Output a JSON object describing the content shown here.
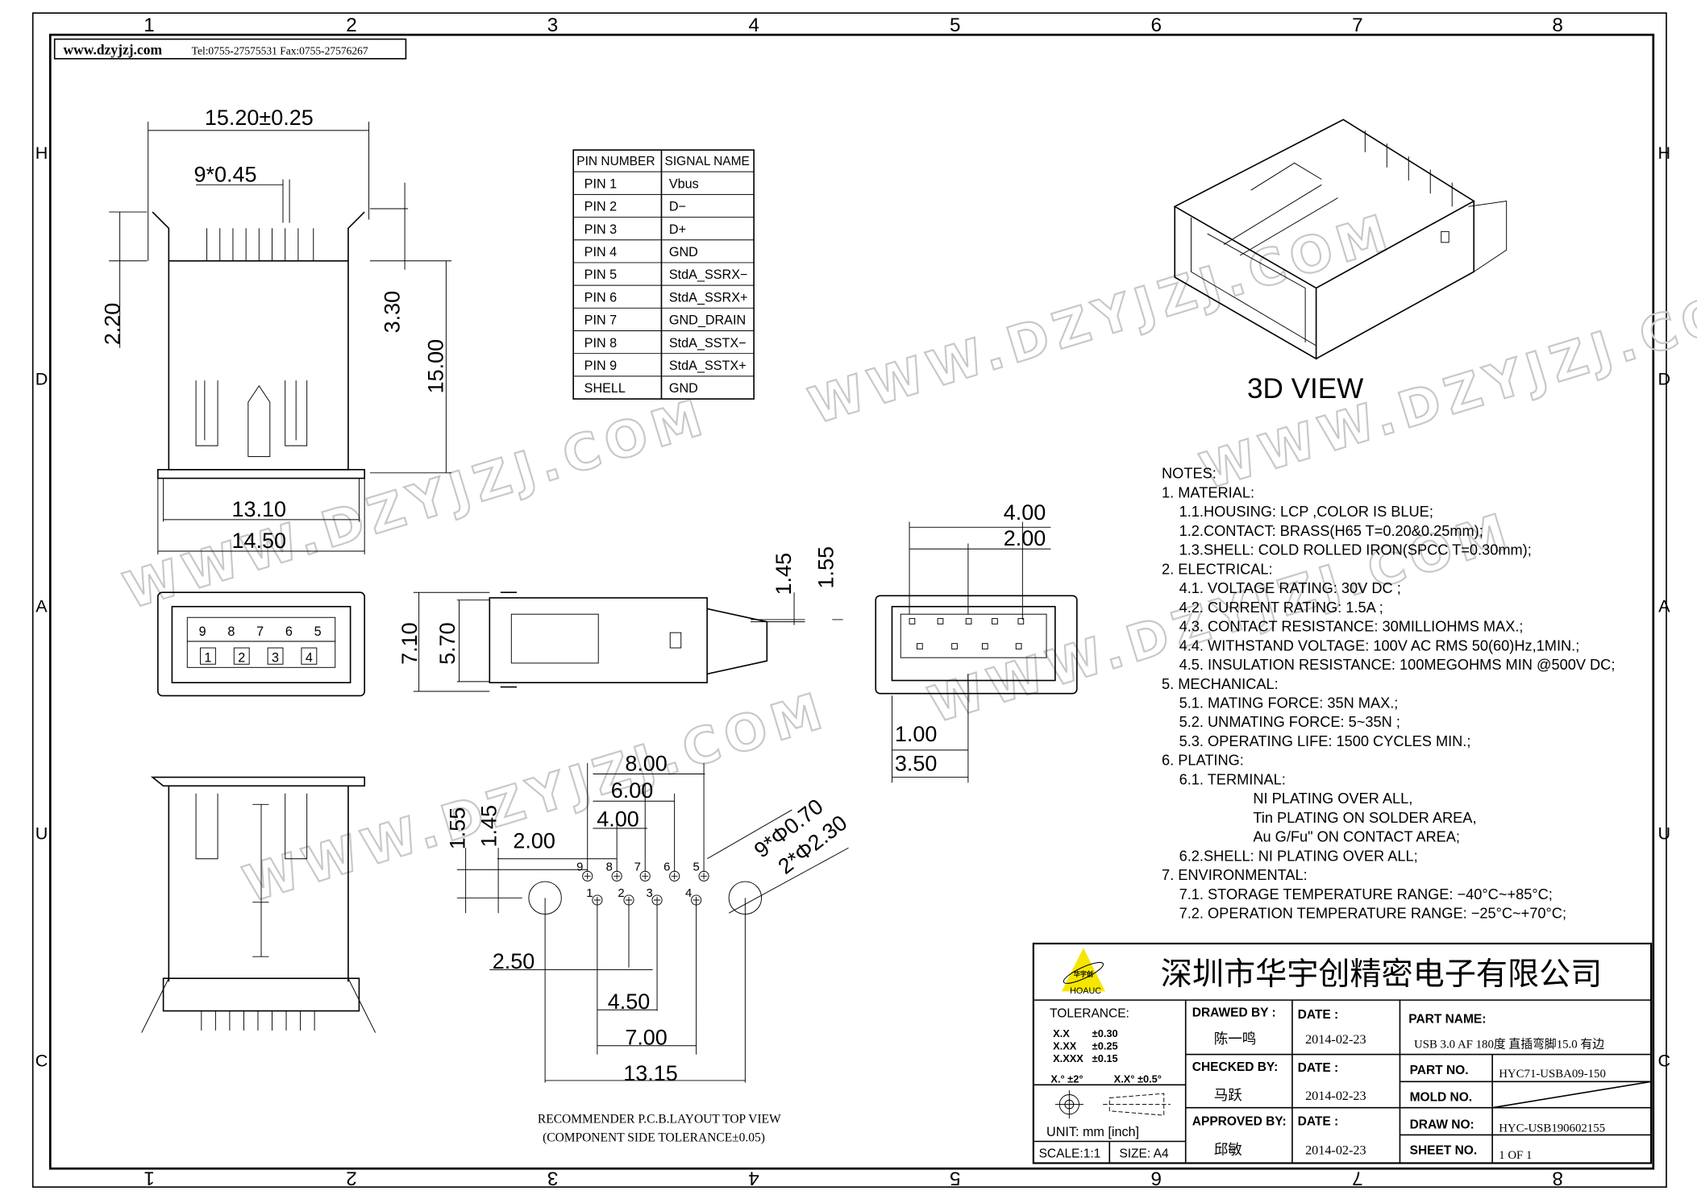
{
  "header": {
    "website": "www.dzyjzj.com",
    "contact": "Tel:0755-27575531  Fax:0755-27576267"
  },
  "zones": {
    "top": [
      "1",
      "2",
      "3",
      "4",
      "5",
      "6",
      "7",
      "8"
    ],
    "bottom": [
      "8",
      "7",
      "6",
      "5",
      "4",
      "3",
      "2",
      "1"
    ],
    "sides": [
      "H",
      "D",
      "A",
      "U",
      "C"
    ]
  },
  "watermark": "WWW.DZYJZJ.COM",
  "pin_table": {
    "headers": [
      "PIN  NUMBER",
      "SIGNAL  NAME"
    ],
    "rows": [
      [
        "PIN  1",
        "Vbus"
      ],
      [
        "PIN  2",
        "D−"
      ],
      [
        "PIN  3",
        "D+"
      ],
      [
        "PIN  4",
        "GND"
      ],
      [
        "PIN  5",
        "StdA_SSRX−"
      ],
      [
        "PIN  6",
        "StdA_SSRX+"
      ],
      [
        "PIN  7",
        "GND_DRAIN"
      ],
      [
        "PIN  8",
        "StdA_SSTX−"
      ],
      [
        "PIN  9",
        "StdA_SSTX+"
      ],
      [
        "SHELL",
        "GND"
      ]
    ]
  },
  "view_3d_label": "3D  VIEW",
  "dimensions": {
    "top_width": "15.20±0.25",
    "pin_pitch": "9*0.45",
    "d220": "2.20",
    "d330": "3.30",
    "d1500": "15.00",
    "d1310": "13.10",
    "d1450": "14.50",
    "d710": "7.10",
    "d570": "5.70",
    "side_145": "1.45",
    "side_155": "1.55",
    "r400": "4.00",
    "r200": "2.00",
    "r100": "1.00",
    "r350": "3.50"
  },
  "front_pins": {
    "top": [
      "9",
      "8",
      "7",
      "6",
      "5"
    ],
    "bottom": [
      "1",
      "2",
      "3",
      "4"
    ]
  },
  "pcb": {
    "dims": {
      "d800": "8.00",
      "d600": "6.00",
      "d400": "4.00",
      "d200": "2.00",
      "d155": "1.55",
      "d145": "1.45",
      "hole_small": "9*Φ0.70",
      "hole_large": "2*Φ2.30",
      "d250": "2.50",
      "d450": "4.50",
      "d700": "7.00",
      "d1315": "13.15"
    },
    "pins_top": [
      "9",
      "8",
      "7",
      "6",
      "5"
    ],
    "pins_bottom": [
      "1",
      "2",
      "3",
      "4"
    ],
    "caption1": "RECOMMENDER P.C.B.LAYOUT TOP VIEW",
    "caption2": "(COMPONENT SIDE TOLERANCE±0.05)"
  },
  "notes": [
    {
      "text": "NOTES:",
      "indent": 0
    },
    {
      "text": "1. MATERIAL:",
      "indent": 0
    },
    {
      "text": "1.1.HOUSING:  LCP ,COLOR IS BLUE;",
      "indent": 1
    },
    {
      "text": "1.2.CONTACT:  BRASS(H65  T=0.20&0.25mm);",
      "indent": 1
    },
    {
      "text": "1.3.SHELL:  COLD  ROLLED  IRON(SPCC  T=0.30mm);",
      "indent": 1
    },
    {
      "text": "2. ELECTRICAL:",
      "indent": 0
    },
    {
      "text": "4.1.  VOLTAGE  RATING:  30V  DC ;",
      "indent": 1
    },
    {
      "text": "4.2.  CURRENT  RATING:  1.5A ;",
      "indent": 1
    },
    {
      "text": "4.3.  CONTACT  RESISTANCE:  30MILLIOHMS  MAX.;",
      "indent": 1
    },
    {
      "text": "4.4.  WITHSTAND  VOLTAGE:  100V  AC  RMS  50(60)Hz,1MIN.;",
      "indent": 1
    },
    {
      "text": "4.5.  INSULATION  RESISTANCE:  100MEGOHMS  MIN  @500V  DC;",
      "indent": 1
    },
    {
      "text": "5. MECHANICAL:",
      "indent": 0
    },
    {
      "text": "5.1.  MATING  FORCE:  35N  MAX.;",
      "indent": 1
    },
    {
      "text": "5.2.  UNMATING  FORCE:  5~35N ;",
      "indent": 1
    },
    {
      "text": "5.3.  OPERATING  LIFE:  1500  CYCLES  MIN.;",
      "indent": 1
    },
    {
      "text": "6. PLATING:",
      "indent": 0
    },
    {
      "text": "6.1.  TERMINAL:",
      "indent": 1
    },
    {
      "text": "NI  PLATING  OVER  ALL,",
      "indent": 2
    },
    {
      "text": "Tin  PLATING  ON  SOLDER  AREA,",
      "indent": 2
    },
    {
      "text": "Au  G/Fu\"  ON  CONTACT  AREA;",
      "indent": 2
    },
    {
      "text": "6.2.SHELL:  NI  PLATING  OVER  ALL;",
      "indent": 1
    },
    {
      "text": "7. ENVIRONMENTAL:",
      "indent": 0
    },
    {
      "text": "7.1.  STORAGE  TEMPERATURE  RANGE:  −40°C~+85°C;",
      "indent": 1
    },
    {
      "text": "7.2.  OPERATION  TEMPERATURE  RANGE:  −25°C~+70°C;",
      "indent": 1
    }
  ],
  "title_block": {
    "logo_text": "华宇创",
    "logo_brand": "HOAUC",
    "company": "深圳市华宇创精密电子有限公司",
    "tolerance_label": "TOLERANCE:",
    "tolerances": [
      [
        "X.X",
        "±0.30"
      ],
      [
        "X.XX",
        "±0.25"
      ],
      [
        "X.XXX",
        "±0.15"
      ]
    ],
    "angle_tol_1": "X.° ±2°",
    "angle_tol_2": "X.X° ±0.5°",
    "unit": "UNIT:  mm  [inch]",
    "scale": "SCALE:1:1",
    "size": "SIZE:  A4",
    "drawed_by_label": "DRAWED  BY :",
    "drawed_by": "陈一鸣",
    "checked_by_label": "CHECKED  BY:",
    "checked_by": "马跃",
    "approved_by_label": "APPROVED  BY:",
    "approved_by": "邱敏",
    "date_label": "DATE  :",
    "date_drawed": "2014-02-23",
    "date_checked": "2014-02-23",
    "date_approved": "2014-02-23",
    "part_name_label": "PART  NAME:",
    "part_name": "USB 3.0 AF 180度 直插弯脚15.0 有边",
    "part_no_label": "PART  NO.",
    "part_no": "HYC71-USBA09-150",
    "mold_no_label": "MOLD  NO.",
    "draw_no_label": "DRAW  NO:",
    "draw_no": "HYC-USB190602155",
    "sheet_no_label": "SHEET  NO.",
    "sheet_no": "1  OF  1"
  },
  "colors": {
    "logo_yellow": "#f5e600",
    "watermark": "#c8c8c8"
  }
}
